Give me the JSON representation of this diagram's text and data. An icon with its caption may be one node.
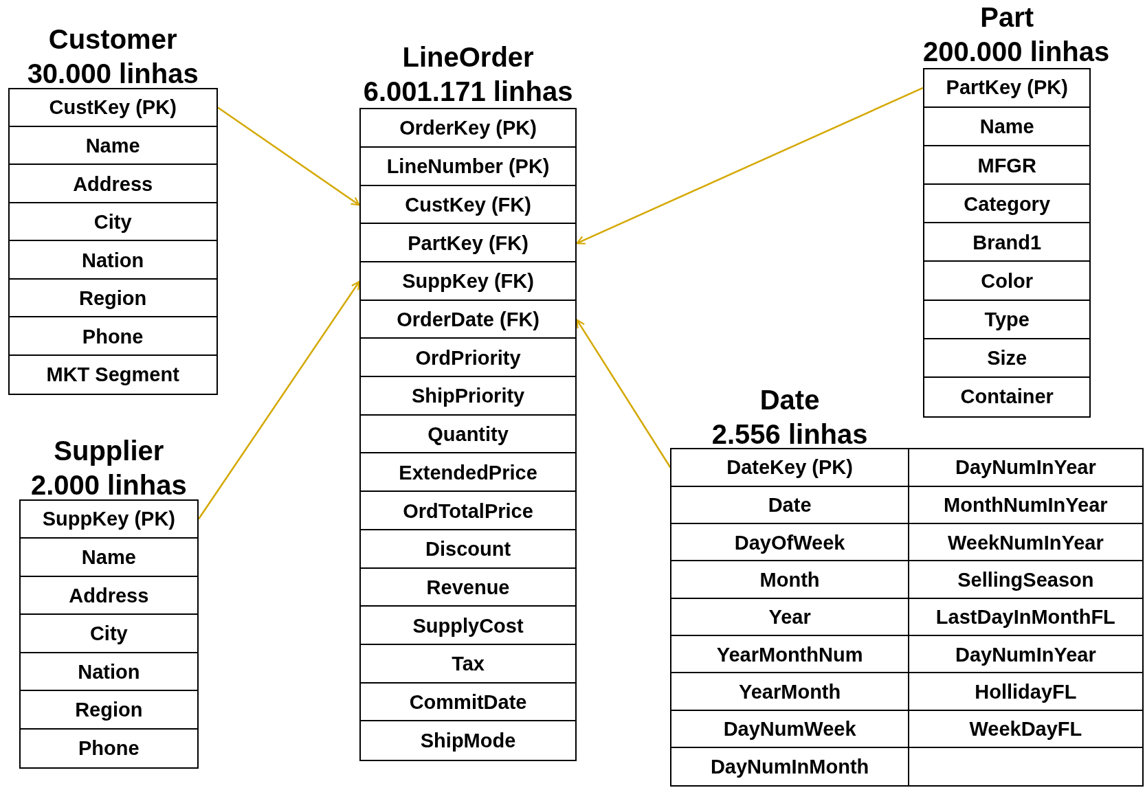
{
  "diagram": {
    "nodes": [
      {
        "text": [
          "Customer",
          "30.000 linhas"
        ]
      },
      {
        "text": [
          "CustKey (PK)"
        ],
        "in": 0
      },
      {
        "text": [
          "Name"
        ],
        "in": 0
      },
      {
        "text": [
          "Address"
        ],
        "in": 0
      },
      {
        "text": [
          "City"
        ],
        "in": 0
      },
      {
        "text": [
          "Nation"
        ],
        "in": 0
      },
      {
        "text": [
          "Region"
        ],
        "in": 0
      },
      {
        "text": [
          "Phone"
        ],
        "in": 0
      },
      {
        "text": [
          "MKT Segment"
        ],
        "in": 0
      },
      {
        "text": [
          "LineOrder",
          "6.001.171 linhas"
        ]
      },
      {
        "text": [
          "OrderKey (PK)"
        ],
        "in": 9
      },
      {
        "text": [
          "LineNumber (PK)"
        ],
        "in": 9
      },
      {
        "text": [
          "CustKey (FK)"
        ],
        "in": 9
      },
      {
        "text": [
          "PartKey (FK)"
        ],
        "in": 9
      },
      {
        "text": [
          "SuppKey (FK)"
        ],
        "in": 9
      },
      {
        "text": [
          "OrderDate (FK)"
        ],
        "in": 9
      },
      {
        "text": [
          "OrdPriority"
        ],
        "in": 9
      },
      {
        "text": [
          "ShipPriority"
        ],
        "in": 9
      },
      {
        "text": [
          "Quantity"
        ],
        "in": 9
      },
      {
        "text": [
          "ExtendedPrice"
        ],
        "in": 9
      },
      {
        "text": [
          "OrdTotalPrice"
        ],
        "in": 9
      },
      {
        "text": [
          "Discount"
        ],
        "in": 9
      },
      {
        "text": [
          "Revenue"
        ],
        "in": 9
      },
      {
        "text": [
          "SupplyCost"
        ],
        "in": 9
      },
      {
        "text": [
          "Tax"
        ],
        "in": 9
      },
      {
        "text": [
          "CommitDate"
        ],
        "in": 9
      },
      {
        "text": [
          "ShipMode"
        ],
        "in": 9
      },
      {
        "text": [
          "Part",
          "200.000 linhas"
        ]
      },
      {
        "text": [
          "PartKey (PK)"
        ],
        "in": 27
      },
      {
        "text": [
          "Name"
        ],
        "in": 27
      },
      {
        "text": [
          "MFGR"
        ],
        "in": 27
      },
      {
        "text": [
          "Category"
        ],
        "in": 27
      },
      {
        "text": [
          "Brand1"
        ],
        "in": 27
      },
      {
        "text": [
          "Color"
        ],
        "in": 27
      },
      {
        "text": [
          "Type"
        ],
        "in": 27
      },
      {
        "text": [
          "Size"
        ],
        "in": 27
      },
      {
        "text": [
          "Container"
        ],
        "in": 27
      },
      {
        "text": [
          "Supplier",
          "2.000 linhas"
        ]
      },
      {
        "text": [
          "SuppKey (PK)"
        ],
        "in": 37
      },
      {
        "text": [
          "Name"
        ],
        "in": 37
      },
      {
        "text": [
          "Address"
        ],
        "in": 37
      },
      {
        "text": [
          "City"
        ],
        "in": 37
      },
      {
        "text": [
          "Nation"
        ],
        "in": 37
      },
      {
        "text": [
          "Region"
        ],
        "in": 37
      },
      {
        "text": [
          "Phone"
        ],
        "in": 37
      },
      {
        "text": [
          "Date",
          "2.556 linhas"
        ]
      },
      {
        "text": [
          "DateKey (PK)"
        ],
        "in": 45
      },
      {
        "text": [
          "DayNumInYear"
        ],
        "in": 45
      },
      {
        "text": [
          "Date"
        ],
        "in": 45
      },
      {
        "text": [
          "MonthNumInYear"
        ],
        "in": 45
      },
      {
        "text": [
          "DayOfWeek"
        ],
        "in": 45
      },
      {
        "text": [
          "WeekNumInYear"
        ],
        "in": 45
      },
      {
        "text": [
          "Month"
        ],
        "in": 45
      },
      {
        "text": [
          "SellingSeason"
        ],
        "in": 45
      },
      {
        "text": [
          "Year"
        ],
        "in": 45
      },
      {
        "text": [
          "LastDayInMonthFL"
        ],
        "in": 45
      },
      {
        "text": [
          "YearMonthNum"
        ],
        "in": 45
      },
      {
        "text": [
          "DayNumInYear"
        ],
        "in": 45
      },
      {
        "text": [
          "YearMonth"
        ],
        "in": 45
      },
      {
        "text": [
          "HollidayFL"
        ],
        "in": 45
      },
      {
        "text": [
          "DayNumWeek"
        ],
        "in": 45
      },
      {
        "text": [
          "WeekDayFL"
        ],
        "in": 45
      },
      {
        "text": [
          "DayNumInMonth"
        ],
        "in": 45
      },
      {
        "text": [],
        "shape": "box",
        "in": 45
      }
    ],
    "edges": [
      {
        "from": 1,
        "to": 12,
        "arrow": "to"
      },
      {
        "from": 28,
        "to": 13,
        "arrow": "to"
      },
      {
        "from": 38,
        "to": 14,
        "arrow": "to"
      },
      {
        "from": 46,
        "to": 15,
        "arrow": "to"
      }
    ]
  }
}
